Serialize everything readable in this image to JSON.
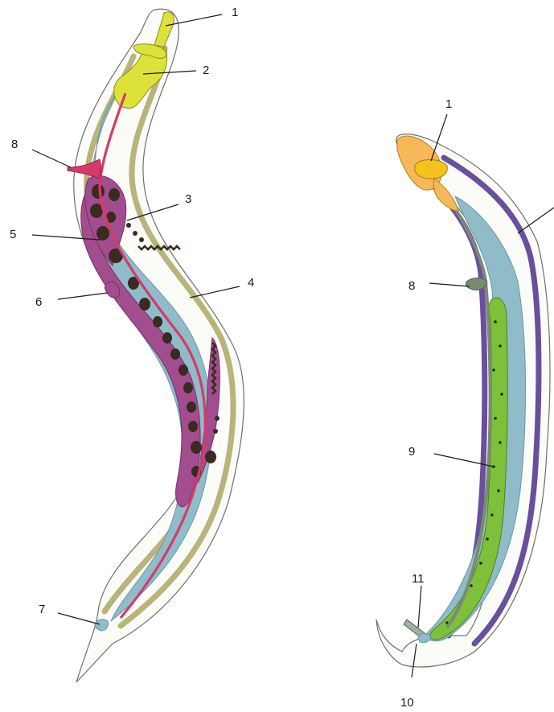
{
  "diagram": {
    "left_organism": {
      "labels": {
        "l1": "1",
        "l2": "2",
        "l3": "3",
        "l4": "4",
        "l5": "5",
        "l6": "6",
        "l7": "7",
        "l8": "8"
      }
    },
    "right_organism": {
      "labels": {
        "l1": "1",
        "l8": "8",
        "l9": "9",
        "l10": "10",
        "l11": "11"
      }
    },
    "colors": {
      "body_wall": "#b8b47a",
      "intestine": "#8fbcc8",
      "excretory": "#d63a6a",
      "ovary": "#a24d8e",
      "eggs": "#3a2a22",
      "pharynx_left": "#dde23a",
      "pharynx_right": "#f7b85a",
      "nerve_ring": "#f3c21c",
      "muscle_band": "#6a4f9c",
      "testis": "#7fc03a",
      "excretory_right": "#7b8a73"
    }
  }
}
